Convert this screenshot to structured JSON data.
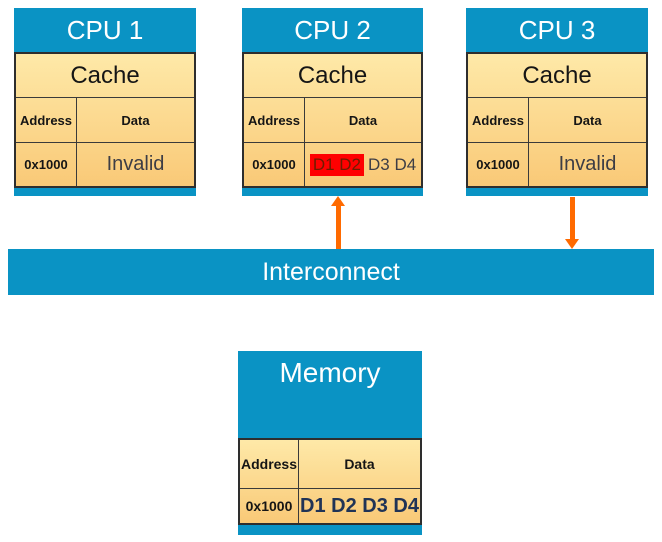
{
  "slide": {
    "cpus": [
      {
        "title": "CPU 1",
        "cache_label": "Cache",
        "address_header": "Address",
        "data_header": "Data",
        "address": "0x1000",
        "data_highlight": "",
        "data_text": "Invalid"
      },
      {
        "title": "CPU 2",
        "cache_label": "Cache",
        "address_header": "Address",
        "data_header": "Data",
        "address": "0x1000",
        "data_highlight": "D1 D2",
        "data_text": "D3 D4"
      },
      {
        "title": "CPU 3",
        "cache_label": "Cache",
        "address_header": "Address",
        "data_header": "Data",
        "address": "0x1000",
        "data_highlight": "",
        "data_text": "Invalid"
      }
    ],
    "interconnect_label": "Interconnect",
    "memory": {
      "title": "Memory",
      "address_header": "Address",
      "data_header": "Data",
      "address": "0x1000",
      "data": "D1 D2 D3 D4"
    },
    "arrows": [
      {
        "between": "interconnect-and-cpu2",
        "direction": "up"
      },
      {
        "between": "cpu3-and-interconnect",
        "direction": "down"
      }
    ],
    "colors": {
      "blue": "#0A93C4",
      "panel_top": "#FEE9A8",
      "panel_bottom": "#F9C977",
      "orange": "#FF6A00",
      "highlight_red": "#FF0000",
      "border": "#2E2E2E"
    }
  }
}
